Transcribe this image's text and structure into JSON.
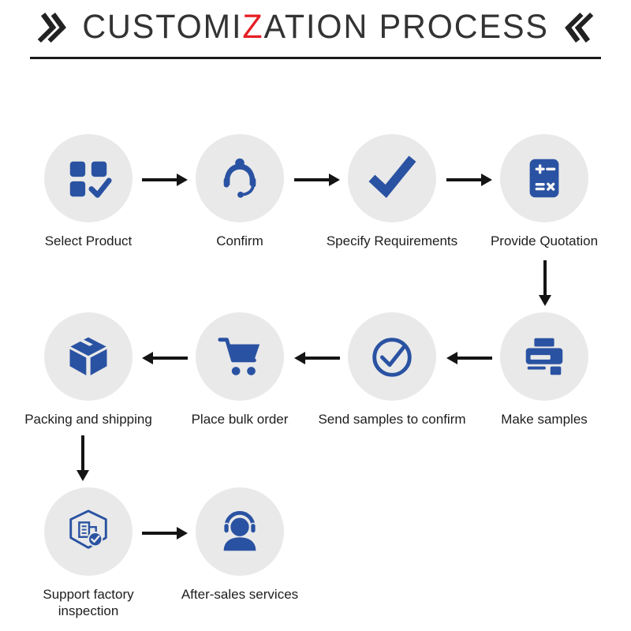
{
  "title": {
    "text_before": "CUSTOMI",
    "highlight": "Z",
    "text_after": "ATION PROCESS",
    "left_icon": "double-chevron-right-icon",
    "right_icon": "double-chevron-left-icon"
  },
  "colors": {
    "icon_blue": "#2a52a2",
    "circle_bg": "#e9e9e9",
    "highlight_red": "#e61e25",
    "arrow_black": "#141414",
    "title_color": "#333333"
  },
  "steps": [
    {
      "label": "Select Product",
      "icon": "product-grid-icon"
    },
    {
      "label": "Confirm",
      "icon": "support-agent-icon"
    },
    {
      "label": "Specify Requirements",
      "icon": "checkmark-icon"
    },
    {
      "label": "Provide Quotation",
      "icon": "calculator-icon"
    },
    {
      "label": "Make samples",
      "icon": "printer-icon"
    },
    {
      "label": "Send samples to confirm",
      "icon": "check-circle-icon"
    },
    {
      "label": "Place bulk order",
      "icon": "cart-icon"
    },
    {
      "label": "Packing and shipping",
      "icon": "package-box-icon"
    },
    {
      "label": "Support factory inspection",
      "icon": "factory-inspection-icon"
    },
    {
      "label": "After-sales services",
      "icon": "headset-person-icon"
    }
  ]
}
